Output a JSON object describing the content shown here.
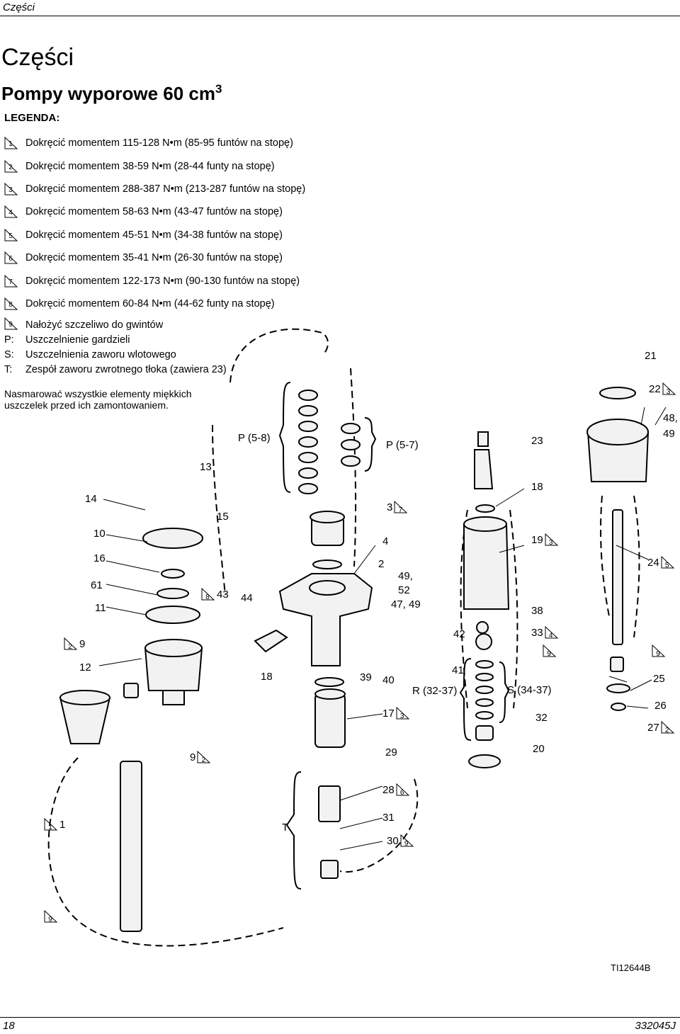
{
  "header": {
    "running_title": "Części"
  },
  "page": {
    "title": "Części",
    "subtitle": "Pompy wyporowe 60 cm",
    "subtitle_sup": "3"
  },
  "legend": {
    "heading": "LEGENDA:",
    "torque": [
      {
        "n": "1",
        "text": "Dokręcić momentem 115-128 N•m (85-95 funtów na stopę)"
      },
      {
        "n": "2",
        "text": "Dokręcić momentem 38-59 N•m (28-44 funty na stopę)"
      },
      {
        "n": "3",
        "text": "Dokręcić momentem 288-387 N•m (213-287 funtów na stopę)"
      },
      {
        "n": "4",
        "text": "Dokręcić momentem 58-63 N•m (43-47 funtów na stopę)"
      },
      {
        "n": "5",
        "text": "Dokręcić momentem 45-51 N•m (34-38 funtów na stopę)"
      },
      {
        "n": "6",
        "text": "Dokręcić momentem 35-41 N•m (26-30 funtów na stopę)"
      },
      {
        "n": "7",
        "text": "Dokręcić momentem 122-173 N•m (90-130 funtów na stopę)"
      },
      {
        "n": "8",
        "text": "Dokręcić momentem 60-84 N•m (44-62 funty na stopę)"
      }
    ],
    "sealant": {
      "n": "9",
      "text": "Nałożyć szczeliwo do gwintów"
    },
    "keys": [
      {
        "key": "P:",
        "text": "Uszczelnienie gardzieli"
      },
      {
        "key": "S:",
        "text": "Uszczelnienia zaworu wlotowego"
      },
      {
        "key": "T:",
        "text": "Zespół zaworu zwrotnego tłoka (zawiera 23)"
      }
    ],
    "note": "Nasmarować wszystkie elementy miękkich uszczelek przed ich zamontowaniem."
  },
  "callouts": [
    {
      "id": "c21",
      "text": "21"
    },
    {
      "id": "c22",
      "text": "22",
      "tri": "3"
    },
    {
      "id": "c48",
      "text": "48,"
    },
    {
      "id": "c49b",
      "text": "49"
    },
    {
      "id": "c23",
      "text": "23"
    },
    {
      "id": "cp57",
      "text": "P (5-7)"
    },
    {
      "id": "cp58",
      "text": "P (5-8)"
    },
    {
      "id": "c13",
      "text": "13"
    },
    {
      "id": "c18a",
      "text": "18"
    },
    {
      "id": "c14",
      "text": "14"
    },
    {
      "id": "c15",
      "text": "15"
    },
    {
      "id": "c3",
      "text": "3",
      "tri": "7"
    },
    {
      "id": "c10",
      "text": "10"
    },
    {
      "id": "c4",
      "text": "4"
    },
    {
      "id": "c19",
      "text": "19",
      "tri": "3"
    },
    {
      "id": "c16",
      "text": "16"
    },
    {
      "id": "c2",
      "text": "2"
    },
    {
      "id": "c24",
      "text": "24",
      "tri": "5"
    },
    {
      "id": "c4952",
      "text": "49,"
    },
    {
      "id": "c52",
      "text": "52"
    },
    {
      "id": "c61",
      "text": "61"
    },
    {
      "id": "c43",
      "text": "43",
      "tri_before": "8"
    },
    {
      "id": "c44",
      "text": "44"
    },
    {
      "id": "c4749",
      "text": "47, 49"
    },
    {
      "id": "c11",
      "text": "11"
    },
    {
      "id": "c38",
      "text": "38"
    },
    {
      "id": "c42",
      "text": "42"
    },
    {
      "id": "c33",
      "text": "33",
      "tri": "4"
    },
    {
      "id": "c9a",
      "text": "9",
      "tri_before": "2"
    },
    {
      "id": "c9b",
      "text": "",
      "tri": "9"
    },
    {
      "id": "c9c",
      "text": "",
      "tri": "9"
    },
    {
      "id": "c12",
      "text": "12"
    },
    {
      "id": "c41",
      "text": "41"
    },
    {
      "id": "c18b",
      "text": "18"
    },
    {
      "id": "c39",
      "text": "39"
    },
    {
      "id": "c40",
      "text": "40"
    },
    {
      "id": "cr",
      "text": "R (32-37)"
    },
    {
      "id": "cs",
      "text": "S (34-37)"
    },
    {
      "id": "c25",
      "text": "25"
    },
    {
      "id": "c26",
      "text": "26"
    },
    {
      "id": "c17",
      "text": "17",
      "tri": "3"
    },
    {
      "id": "c32",
      "text": "32"
    },
    {
      "id": "c27",
      "text": "27",
      "tri": "2"
    },
    {
      "id": "c9d",
      "text": "9",
      "tri": "2"
    },
    {
      "id": "c29",
      "text": "29"
    },
    {
      "id": "c20",
      "text": "20"
    },
    {
      "id": "c28",
      "text": "28",
      "tri": "6"
    },
    {
      "id": "c1",
      "text": "1",
      "tri_before": "1"
    },
    {
      "id": "cT",
      "text": "T"
    },
    {
      "id": "c31",
      "text": "31"
    },
    {
      "id": "c30",
      "text": "30",
      "tri": "9"
    },
    {
      "id": "c9e",
      "text": "",
      "tri": "9"
    }
  ],
  "figure_code": "TI12644B",
  "footer": {
    "page_number": "18",
    "doc_number": "332045J"
  }
}
